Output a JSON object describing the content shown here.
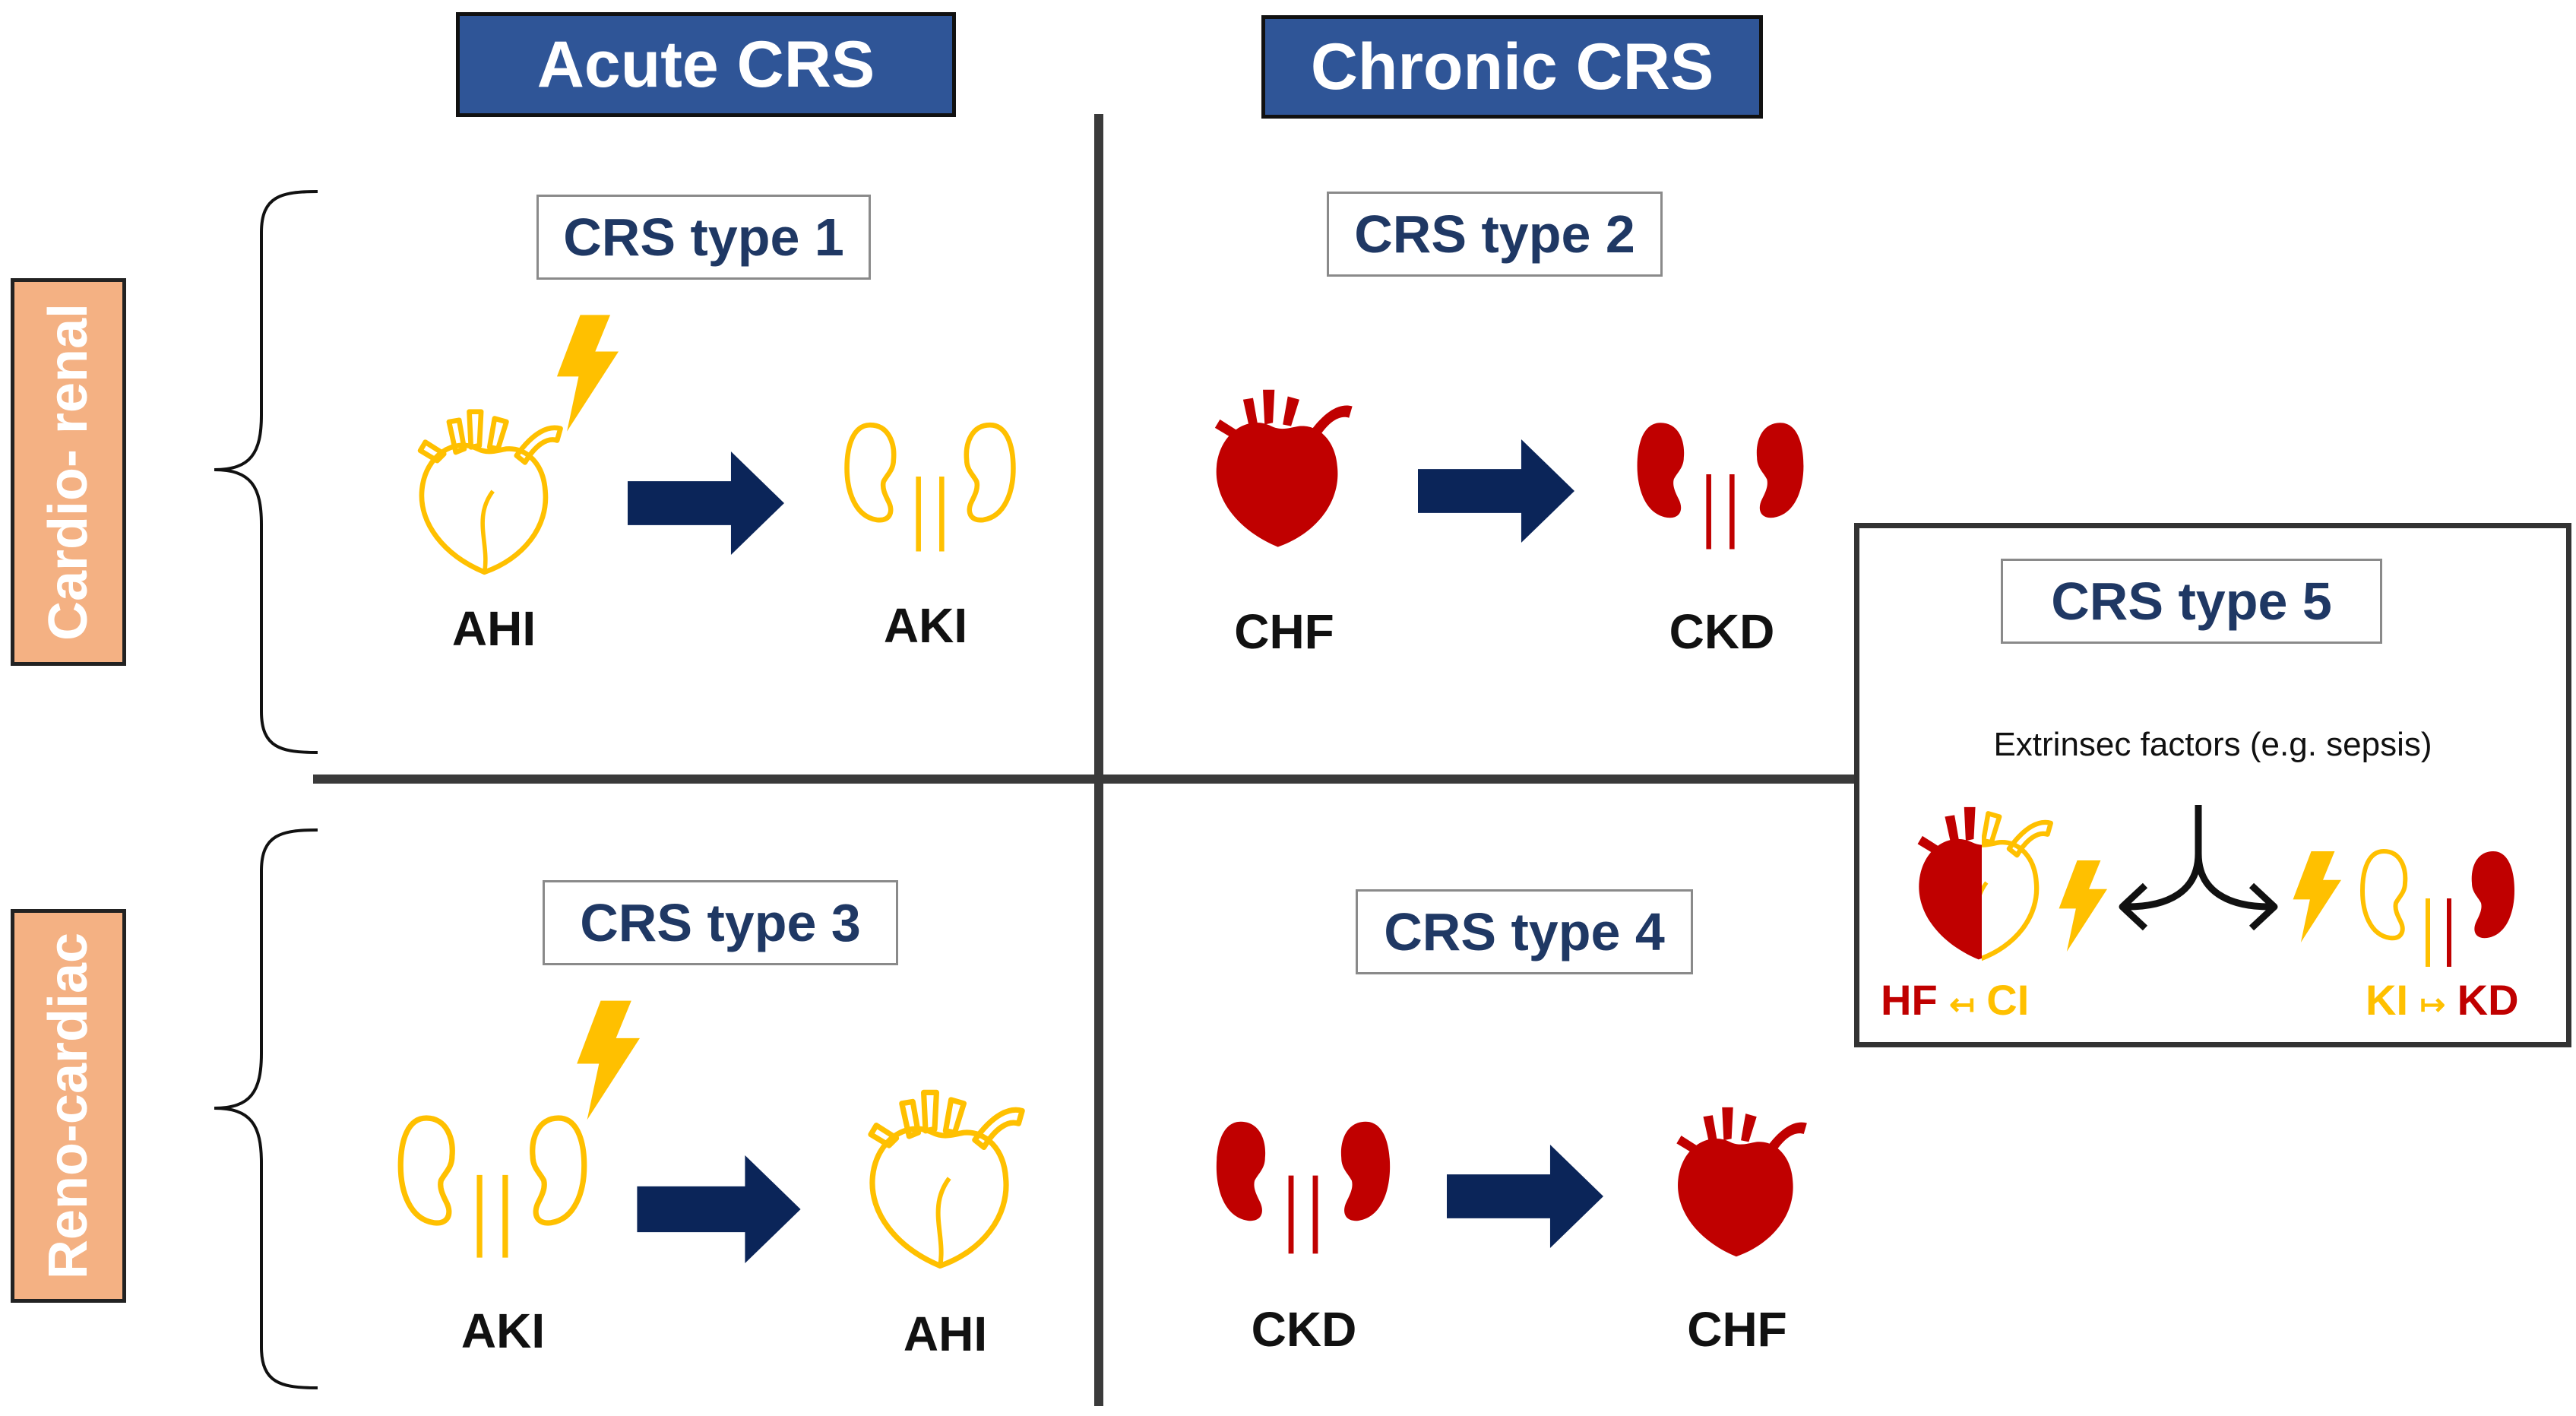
{
  "headers": {
    "acute": "Acute CRS",
    "chronic": "Chronic CRS"
  },
  "side_labels": {
    "cardio_renal": "Cardio- renal",
    "reno_cardiac": "Reno-cardiac"
  },
  "types": {
    "t1": {
      "title": "CRS type 1",
      "from": "AHI",
      "to": "AKI"
    },
    "t2": {
      "title": "CRS type 2",
      "from": "CHF",
      "to": "CKD"
    },
    "t3": {
      "title": "CRS type 3",
      "from": "AKI",
      "to": "AHI"
    },
    "t4": {
      "title": "CRS type 4",
      "from": "CKD",
      "to": "CHF"
    },
    "t5": {
      "title": "CRS type 5",
      "subtitle": "Extrinsec factors (e.g. sepsis)",
      "left_label": {
        "a": "HF",
        "arrow": "↤",
        "b": "CI"
      },
      "right_label": {
        "a": "KI",
        "arrow": "↦",
        "b": "KD"
      }
    }
  },
  "colors": {
    "acute_outline": "#ffc000",
    "chronic_fill": "#c00000",
    "arrow": "#0b2559",
    "header_bg": "#2f5597",
    "side_bg": "#f4b183",
    "type_text": "#1f3864"
  },
  "icons": [
    "heart-icon",
    "kidneys-icon",
    "lightning-icon",
    "arrow-right-icon",
    "curly-brace-icon"
  ]
}
